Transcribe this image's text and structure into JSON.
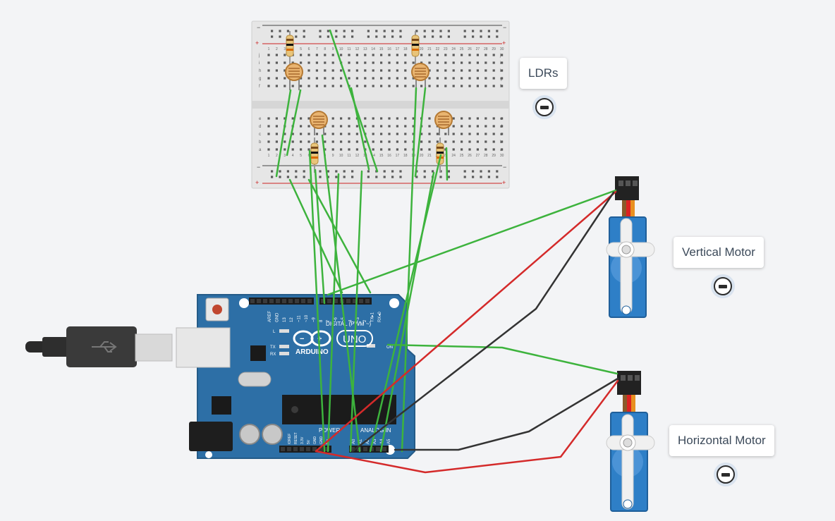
{
  "notes": {
    "ldrs": "LDRs",
    "vertical_motor": "Vertical Motor",
    "horizontal_motor": "Horizontal Motor"
  },
  "arduino": {
    "logo": "ARDUINO",
    "model": "UNO",
    "digital_header": "DIGITAL (PWM ~)",
    "power_header": "POWER",
    "analog_header": "ANALOG IN",
    "on_label": "ON",
    "led_l": "L",
    "led_tx": "TX",
    "led_rx": "RX",
    "digital_pins": [
      "AREF",
      "GND",
      "13",
      "12",
      "~11",
      "~10",
      "~9",
      "8",
      "7",
      "~6",
      "~5",
      "4",
      "~3",
      "2",
      "TX▸1",
      "RX◂0"
    ],
    "power_pins": [
      "IOREF",
      "RESET",
      "3.3V",
      "5V",
      "GND",
      "GND",
      "Vin"
    ],
    "analog_pins": [
      "A0",
      "A1",
      "A2",
      "A3",
      "A4",
      "A5"
    ]
  },
  "breadboard": {
    "row_letters_top": [
      "j",
      "i",
      "h",
      "g",
      "f"
    ],
    "row_letters_bottom": [
      "e",
      "d",
      "c",
      "b",
      "a"
    ],
    "column_numbers": [
      "1",
      "2",
      "3",
      "4",
      "5",
      "6",
      "7",
      "8",
      "9",
      "10",
      "11",
      "12",
      "13",
      "14",
      "15",
      "16",
      "17",
      "18",
      "19",
      "20",
      "21",
      "22",
      "23",
      "24",
      "25",
      "26",
      "27",
      "28",
      "29",
      "30"
    ]
  },
  "colors": {
    "background": "#f3f4f6",
    "wire_signal": "#3db33d",
    "wire_power": "#d42a2a",
    "wire_ground": "#333333",
    "arduino_board": "#2d6fa6",
    "servo_body": "#2e7fc7"
  }
}
